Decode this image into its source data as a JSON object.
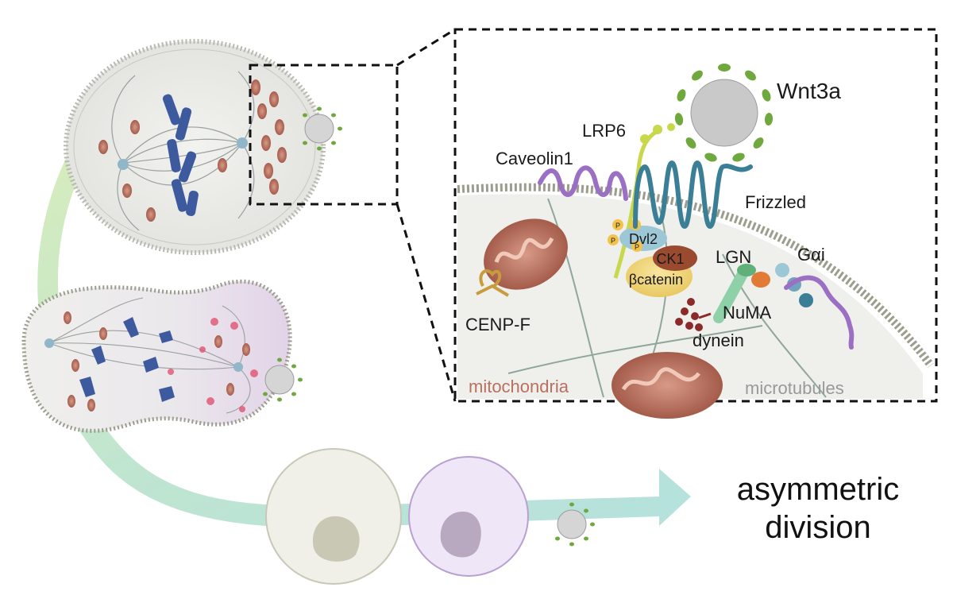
{
  "labels": {
    "wnt3a": "Wnt3a",
    "lrp6": "LRP6",
    "caveolin1": "Caveolin1",
    "frizzled": "Frizzled",
    "dvl2": "Dvl2",
    "ck1": "CK1",
    "bcatenin": "βcatenin",
    "lgn": "LGN",
    "galphai": "Gαi",
    "numa": "NuMA",
    "dynein": "dynein",
    "cenpf": "CENP-F",
    "mitochondria": "mitochondria",
    "microtubules": "microtubules",
    "phospho": "P"
  },
  "caption": {
    "line1": "asymmetric",
    "line2": "division"
  },
  "colors": {
    "mitochondria_label": "#b87060",
    "microtubules_label": "#999999",
    "lrp6": "#c8d84a",
    "frizzled": "#3a7f95",
    "caveolin": "#9b6fc4",
    "wnt_leaf": "#6fa83c",
    "chromosome": "#3e5a9e",
    "arrow": "#a8d8c8"
  }
}
